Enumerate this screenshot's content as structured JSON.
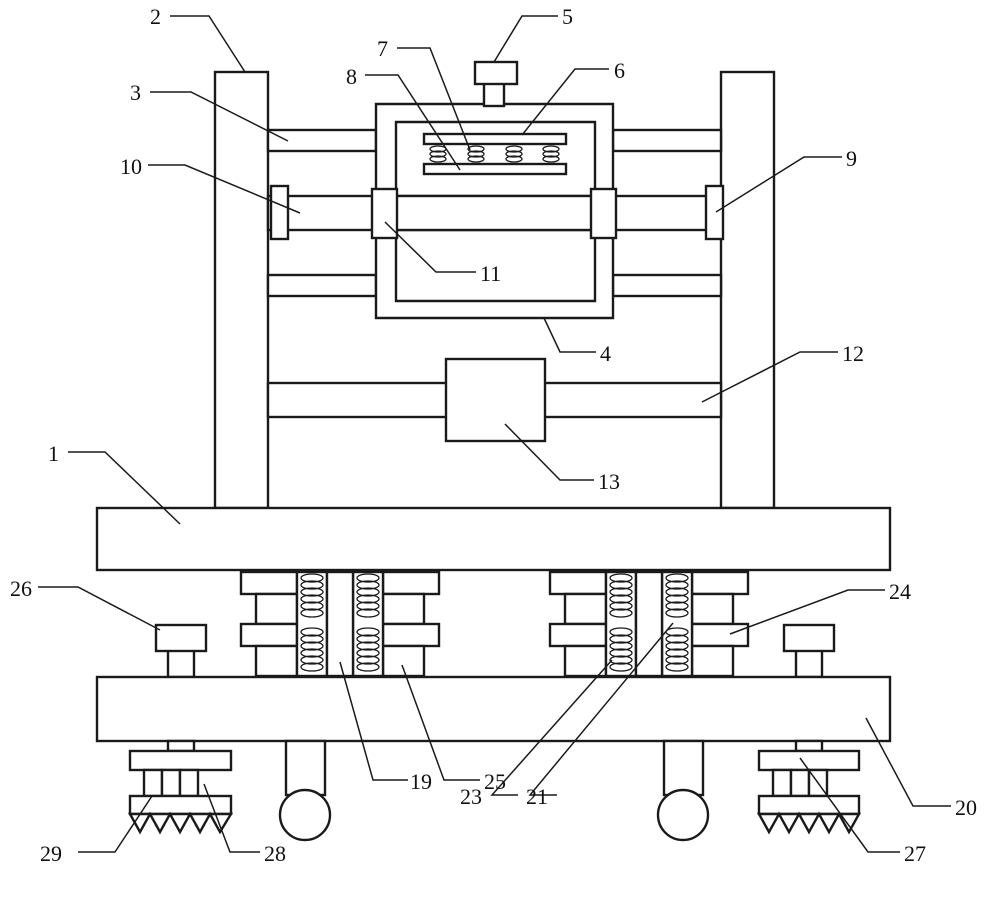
{
  "labels": {
    "l1": "1",
    "l2": "2",
    "l3": "3",
    "l4": "4",
    "l5": "5",
    "l6": "6",
    "l7": "7",
    "l8": "8",
    "l9": "9",
    "l10": "10",
    "l11": "11",
    "l12": "12",
    "l13": "13",
    "l19": "19",
    "l20": "20",
    "l21": "21",
    "l23": "23",
    "l24": "24",
    "l25": "25",
    "l26": "26",
    "l27": "27",
    "l28": "28",
    "l29": "29"
  }
}
